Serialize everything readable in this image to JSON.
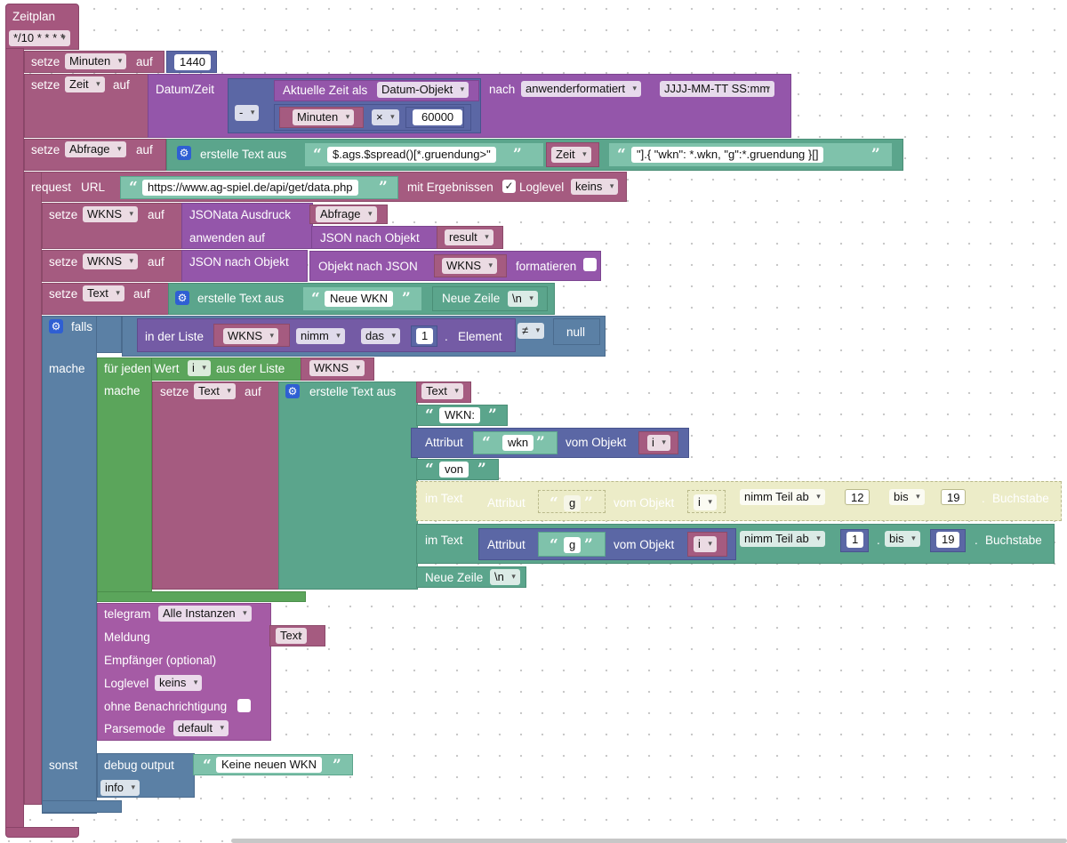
{
  "schedule": {
    "title": "Zeitplan",
    "cron": "*/10 * * * *"
  },
  "kw": {
    "setze": "setze",
    "auf": "auf",
    "request": "request",
    "url": "URL",
    "mit_ergebnissen": "mit Ergebnissen",
    "loglevel": "Loglevel",
    "falls": "falls",
    "mache": "mache",
    "sonst": "sonst",
    "check": "✓"
  },
  "vars": {
    "minuten": "Minuten",
    "zeit": "Zeit",
    "abfrage": "Abfrage",
    "wkns": "WKNS",
    "text": "Text",
    "i": "i",
    "result": "result"
  },
  "minuten_value": "1440",
  "zeit_block": {
    "label": "Datum/Zeit",
    "current": "Aktuelle Zeit als",
    "type": "Datum-Objekt",
    "minus": "-",
    "times": "×",
    "value": "60000",
    "nach": "nach",
    "format_type": "anwenderformatiert",
    "format": "JJJJ-MM-TT SS:mm"
  },
  "abfrage_block": {
    "create": "erstelle Text aus",
    "part1": "$.ags.$spread()[*.gruendung>\"",
    "part3": "\"].{     \"wkn\": *.wkn,     \"g\":*.gruendung }[]"
  },
  "request_block": {
    "url": "https://www.ag-spiel.de/api/get/data.php",
    "loglevel": "keins"
  },
  "jsonata": {
    "label": "JSONata Ausdruck",
    "apply": "anwenden auf",
    "json_obj": "JSON nach Objekt",
    "obj_json": "Objekt nach JSON",
    "format": "formatieren"
  },
  "text_block": {
    "create": "erstelle Text aus",
    "neue_wkn": "Neue WKN",
    "neue_zeile": "Neue Zeile",
    "nl": "\\n"
  },
  "if_block": {
    "in_liste": "in der Liste",
    "nimm": "nimm",
    "das": "das",
    "index": "1",
    "element": "Element",
    "neq": "≠",
    "null": "null"
  },
  "for_block": {
    "label": "für jeden Wert",
    "from": "aus der Liste",
    "create": "erstelle Text aus",
    "wkn_label": "WKN: ",
    "attribut": "Attribut",
    "key_wkn": "wkn",
    "vom_objekt": "vom Objekt",
    "von": " von ",
    "im_text": "im Text",
    "key_g": "g",
    "nimm_teil": "nimm Teil ab",
    "bis": "bis",
    "from1": "12",
    "to1": "19",
    "from2": "1",
    "to2": "19",
    "buchstabe": "Buchstabe",
    "neue_zeile": "Neue Zeile",
    "nl": "\\n"
  },
  "telegram": {
    "label": "telegram",
    "instances": "Alle Instanzen",
    "meldung": "Meldung",
    "empfaenger": "Empfänger (optional)",
    "loglevel": "Loglevel",
    "loglevel_value": "keins",
    "ohne": "ohne Benachrichtigung",
    "parsemode": "Parsemode",
    "parsemode_value": "default"
  },
  "debug": {
    "label": "debug output",
    "text": "Keine neuen WKN",
    "level": "info"
  },
  "colors": {
    "event": "#a5577e",
    "variable": "#a55b80",
    "math": "#5b67a5",
    "time": "#9456aa",
    "text": "#5ba58c",
    "list": "#745ba5",
    "logic": "#5b80a5",
    "loop": "#5ba55b",
    "system": "#a55ba5"
  }
}
